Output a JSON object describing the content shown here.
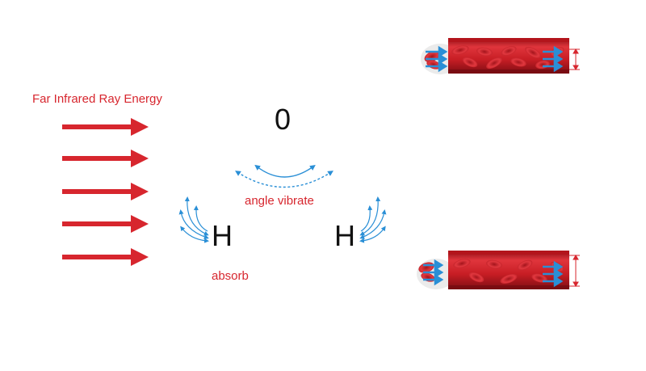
{
  "labels": {
    "energy": "Far Infrared Ray Energy",
    "angle_vibrate": "angle vibrate",
    "absorb": "absorb"
  },
  "atoms": {
    "oxygen": "0",
    "hydrogen_left": "H",
    "hydrogen_right": "H"
  },
  "colors": {
    "arrow_red": "#d7262e",
    "vibration_blue": "#2a8fd6",
    "vessel_red": "#c81e25",
    "text_red": "#d7262e"
  }
}
